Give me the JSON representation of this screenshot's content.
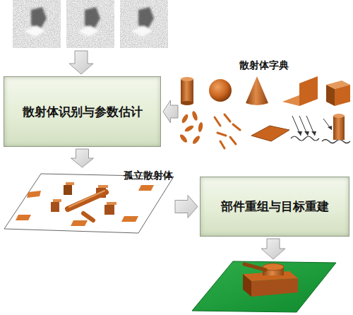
{
  "diagram": {
    "nodes": [
      {
        "text": [
          "散射体识别与参数估计"
        ]
      },
      {
        "text": [
          "散射体字典"
        ]
      },
      {
        "text": [
          "孤立散射体"
        ]
      },
      {
        "text": [
          "部件重组与目标重建"
        ]
      }
    ],
    "edges": [
      {
        "from": 1,
        "to": 0,
        "arrow": "to"
      },
      {
        "from": 0,
        "to": 2,
        "arrow": "to"
      },
      {
        "from": 2,
        "to": 3,
        "arrow": "to"
      }
    ]
  }
}
